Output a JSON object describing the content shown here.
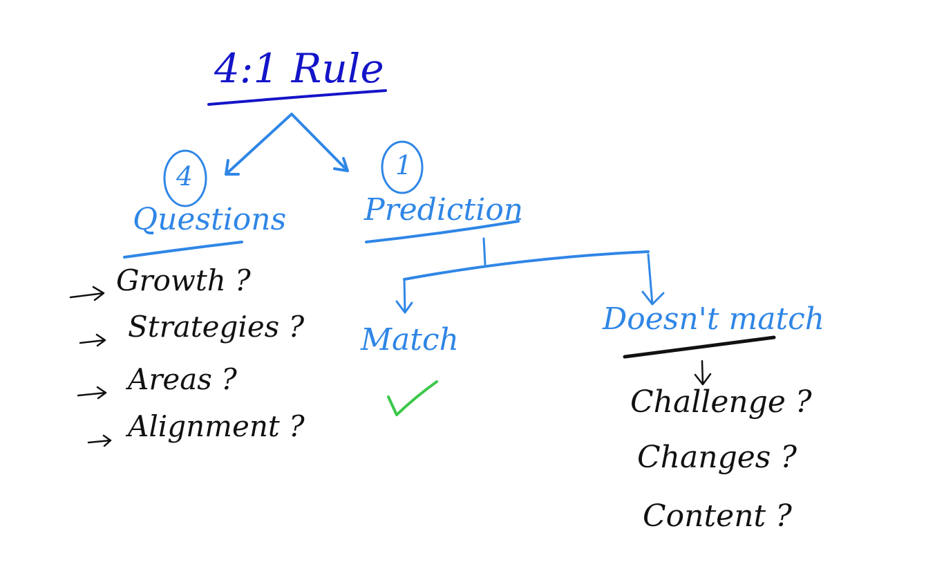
{
  "title": "4:1 Rule",
  "left": {
    "count": "4",
    "heading": "Questions",
    "items": [
      "Growth ?",
      "Strategies ?",
      "Areas ?",
      "Alignment ?"
    ]
  },
  "right": {
    "count": "1",
    "heading": "Prediction",
    "match": {
      "label": "Match"
    },
    "no_match": {
      "label": "Doesn't match",
      "items": [
        "Challenge ?",
        "Changes ?",
        "Content ?"
      ]
    }
  },
  "colors": {
    "title": "#1414c8",
    "blue": "#2f86e6",
    "black": "#111111",
    "check": "#3cc84a"
  }
}
